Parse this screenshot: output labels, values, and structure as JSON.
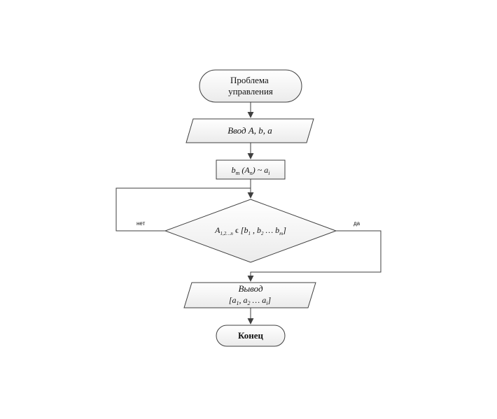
{
  "flowchart": {
    "start": {
      "line1": "Проблема",
      "line2": "управления"
    },
    "input": {
      "text": "Ввод A, b, a",
      "prefix": "Ввод ",
      "vars": [
        "A",
        "b",
        "a"
      ]
    },
    "process": {
      "b": "b",
      "b_sub": "m",
      "A": "A",
      "A_sub": "n",
      "tilde": "~",
      "a": "a",
      "a_sub": "i"
    },
    "decision": {
      "A": "A",
      "A_sub": "1,2…n",
      "member": "ϵ",
      "b1": "b",
      "b1_sub": "1",
      "b2": "b",
      "b2_sub": "2",
      "ellipsis": "…",
      "bm": "b",
      "bm_sub": "m"
    },
    "branches": {
      "no": "нет",
      "yes": "да"
    },
    "output": {
      "line1": "Вывод",
      "a1": "a",
      "a1_sub": "1",
      "a2": "a",
      "a2_sub": "2",
      "ellipsis": "…",
      "ai": "a",
      "ai_sub": "i"
    },
    "end": {
      "label": "Конец"
    }
  }
}
